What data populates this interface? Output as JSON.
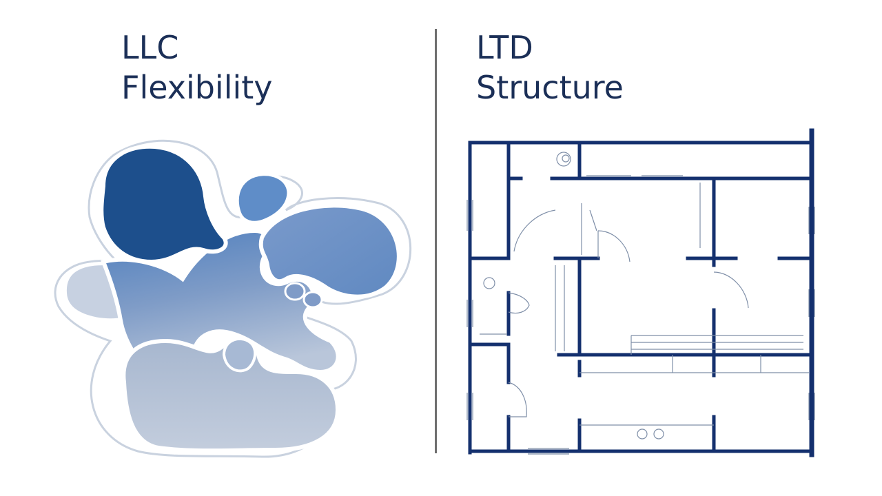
{
  "left": {
    "title_line1": "LLC",
    "title_line2": "Flexibility",
    "illustration": "fluid-blob-shape"
  },
  "right": {
    "title_line1": "LTD",
    "title_line2": "Structure",
    "illustration": "floor-plan"
  },
  "colors": {
    "text": "#1b2f57",
    "dark_blue": "#1d4f8c",
    "mid_blue": "#5d86bd",
    "light_blue": "#a4b8d4",
    "pale_blue": "#c6d0df",
    "plan_wall": "#14306e",
    "divider": "#6f6f6f"
  }
}
